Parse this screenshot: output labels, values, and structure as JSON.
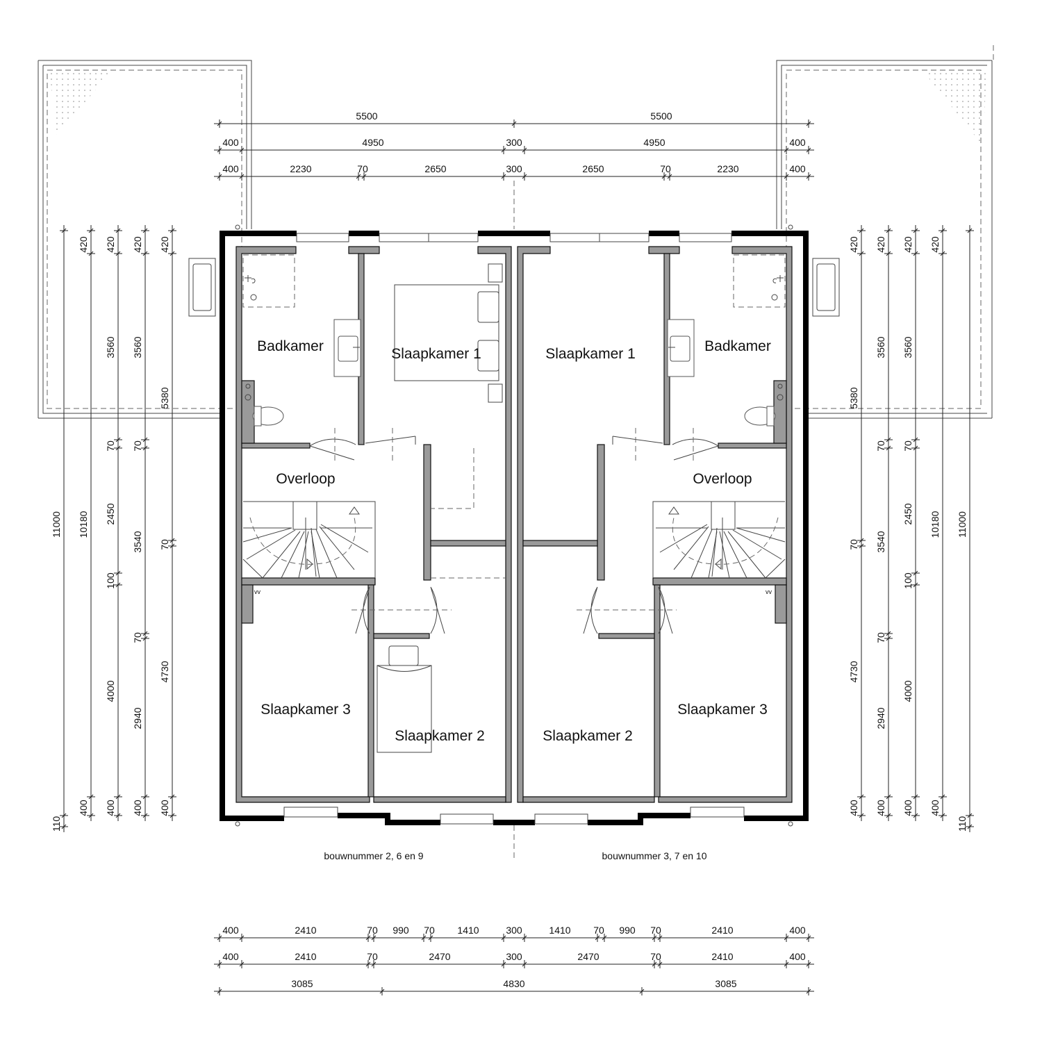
{
  "rooms": {
    "left": {
      "badkamer": "Badkamer",
      "slaapkamer1": "Slaapkamer 1",
      "overloop": "Overloop",
      "slaapkamer3": "Slaapkamer 3",
      "slaapkamer2": "Slaapkamer 2",
      "vv": "vv"
    },
    "right": {
      "badkamer": "Badkamer",
      "slaapkamer1": "Slaapkamer 1",
      "overloop": "Overloop",
      "slaapkamer3": "Slaapkamer 3",
      "slaapkamer2": "Slaapkamer 2",
      "vv": "vv"
    }
  },
  "captions": {
    "left": "bouwnummer 2, 6 en 9",
    "right": "bouwnummer 3, 7 en 10"
  },
  "dimensions": {
    "top_row1": [
      "5500",
      "5500"
    ],
    "top_row2": [
      "400",
      "4950",
      "300",
      "4950",
      "400"
    ],
    "top_row3": [
      "400",
      "2230",
      "70",
      "2650",
      "300",
      "2650",
      "70",
      "2230",
      "400"
    ],
    "bottom_row1": [
      "400",
      "2410",
      "70",
      "990",
      "70",
      "1410",
      "300",
      "1410",
      "70",
      "990",
      "70",
      "2410",
      "400"
    ],
    "bottom_row2": [
      "400",
      "2410",
      "70",
      "2470",
      "300",
      "2470",
      "70",
      "2410",
      "400"
    ],
    "bottom_row3": [
      "3085",
      "4830",
      "3085"
    ],
    "left_col1": [
      "11000",
      "110"
    ],
    "left_col2": [
      "420",
      "10180",
      "400"
    ],
    "left_col3": [
      "420",
      "3560",
      "70",
      "2450",
      "100",
      "4000",
      "400"
    ],
    "left_col4": [
      "420",
      "3560",
      "70",
      "3540",
      "70",
      "2940",
      "400"
    ],
    "left_col5": [
      "420",
      "5380",
      "70",
      "4730",
      "400"
    ],
    "right_col1": [
      "420",
      "5380",
      "70",
      "4730",
      "400"
    ],
    "right_col2": [
      "420",
      "3560",
      "70",
      "3540",
      "70",
      "2940",
      "400"
    ],
    "right_col3": [
      "420",
      "3560",
      "70",
      "2450",
      "100",
      "4000",
      "400"
    ],
    "right_col4": [
      "420",
      "10180",
      "400"
    ],
    "right_col5": [
      "11000",
      "110"
    ]
  }
}
